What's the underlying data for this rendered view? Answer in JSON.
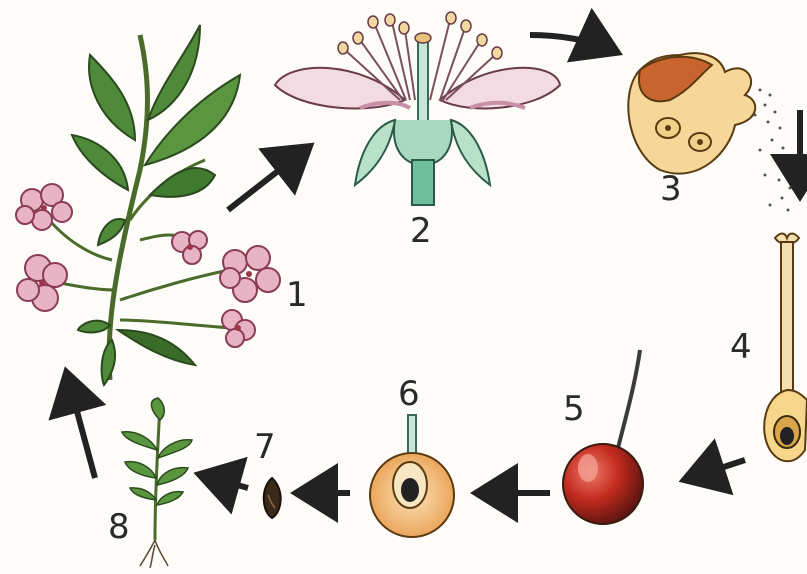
{
  "stages": [
    {
      "number": "1",
      "name": "flowering-branch"
    },
    {
      "number": "2",
      "name": "flower-section"
    },
    {
      "number": "3",
      "name": "anther-pollen"
    },
    {
      "number": "4",
      "name": "pistil"
    },
    {
      "number": "5",
      "name": "cherry-fruit"
    },
    {
      "number": "6",
      "name": "fruit-section"
    },
    {
      "number": "7",
      "name": "seed"
    },
    {
      "number": "8",
      "name": "seedling"
    }
  ],
  "colors": {
    "leaf": "#4f8a3a",
    "petal": "#e9b3c6",
    "stem": "#5aa889",
    "fruit": "#c22a1e",
    "flesh": "#f0b265",
    "arrow": "#222222"
  }
}
